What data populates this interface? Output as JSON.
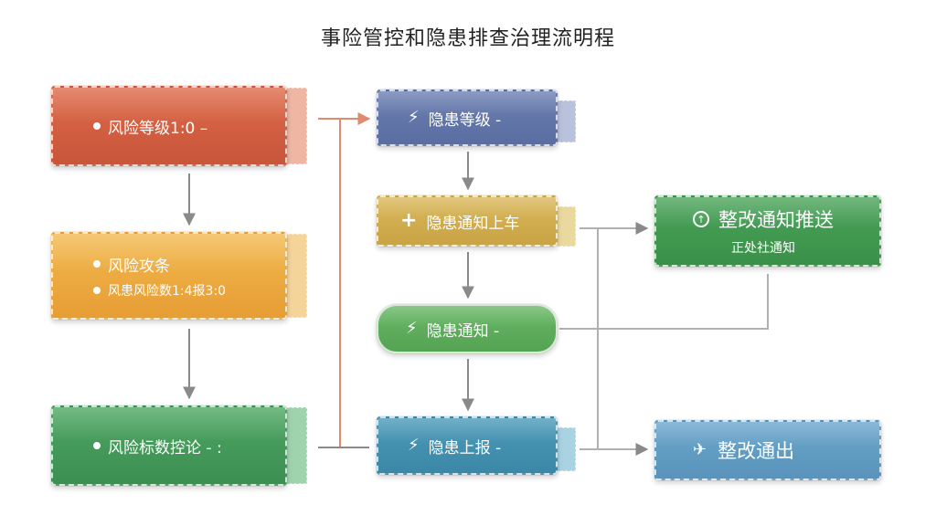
{
  "title": "事险管控和隐患排查治理流明程",
  "left_column": {
    "box1": {
      "label": "风险等级1:0 –"
    },
    "box2": {
      "label": "风险攻条",
      "sub": "风患风险数1:4报3:0"
    },
    "box3": {
      "label": "风险标数控论 - :"
    }
  },
  "middle_column": {
    "box4": {
      "label": "隐患等级 -"
    },
    "box5": {
      "label": "隐患通知上车"
    },
    "box6": {
      "label": "隐患通知 -"
    },
    "box7": {
      "label": "隐患上报 -"
    }
  },
  "right_column": {
    "box8": {
      "label": "整改通知推送",
      "sub": "正处社通知"
    },
    "box9": {
      "label": "整改通出"
    }
  },
  "icons": {
    "bolt": "⚡",
    "plus": "+",
    "up": "↑",
    "plane": "✈"
  },
  "colors": {
    "red": "#dd6a4a",
    "orange": "#f2b84e",
    "green": "#4da562",
    "blue_purple": "#6c7fb2",
    "gold": "#d9b75a",
    "teal": "#4a99b8",
    "light_blue": "#6aa6cc",
    "connector": "#8a8a8a",
    "accent_connector": "#e08a70"
  }
}
